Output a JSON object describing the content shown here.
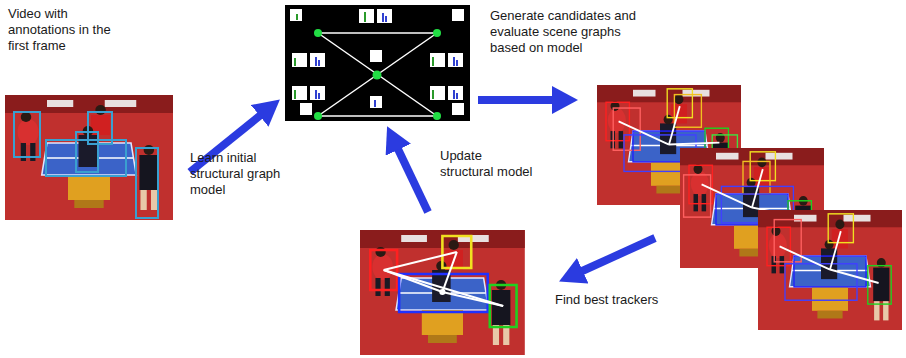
{
  "diagram": {
    "nodes": [
      {
        "text": [
          "Video with annotations in the first frame"
        ]
      }
    ],
    "labels": [
      "Learn initial structural graph model",
      "Generate candidates and evaluate scene graphs based on model",
      "Update structural model",
      "Find best trackers"
    ]
  }
}
